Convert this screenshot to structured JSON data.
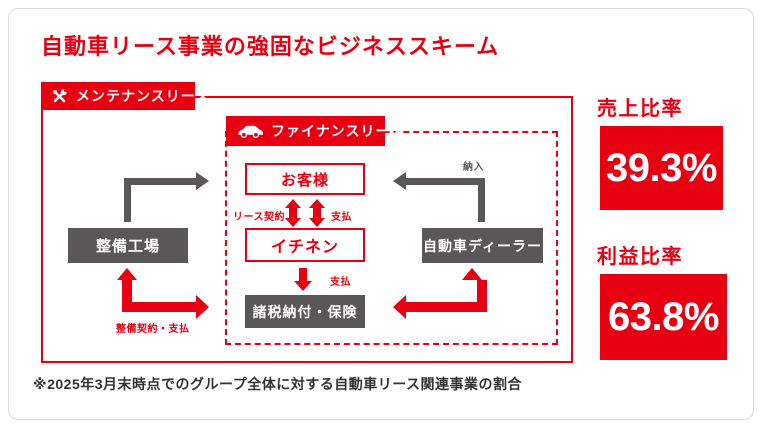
{
  "title": "自動車リース事業の強固なビジネススキーム",
  "diagram": {
    "maintenance_lease": {
      "label": "メンテナンスリース",
      "icon": "wrench-icon"
    },
    "finance_lease": {
      "label": "ファイナンスリース",
      "icon": "car-icon"
    },
    "nodes": {
      "customer": "お客様",
      "ichinen": "イチネン",
      "tax_insurance": "諸税納付・保険",
      "maintenance_factory": "整備工場",
      "car_dealer": "自動車ディーラー"
    },
    "edge_labels": {
      "lease_contract": "リース契約",
      "payment_top": "支払",
      "payment_bottom": "支払",
      "delivery": "納入",
      "maintenance_contract_payment": "整備契約・支払"
    }
  },
  "metrics": [
    {
      "heading": "売上比率",
      "value": "39.3%"
    },
    {
      "heading": "利益比率",
      "value": "63.8%"
    }
  ],
  "note": "※2025年3月末時点でのグループ全体に対する自動車リース関連事業の割合",
  "colors": {
    "accent": "#e60012",
    "dark": "#595757",
    "note": "#333333",
    "card_border": "#d9d9d9"
  }
}
